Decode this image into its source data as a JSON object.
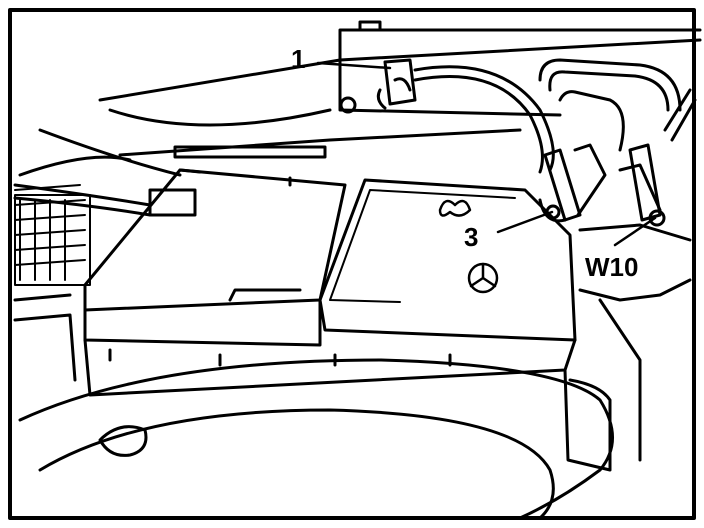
{
  "diagram": {
    "callouts": {
      "c1": "1",
      "c3": "3",
      "w10": "W10"
    },
    "colors": {
      "ink": "#000000",
      "paper": "#ffffff"
    }
  }
}
